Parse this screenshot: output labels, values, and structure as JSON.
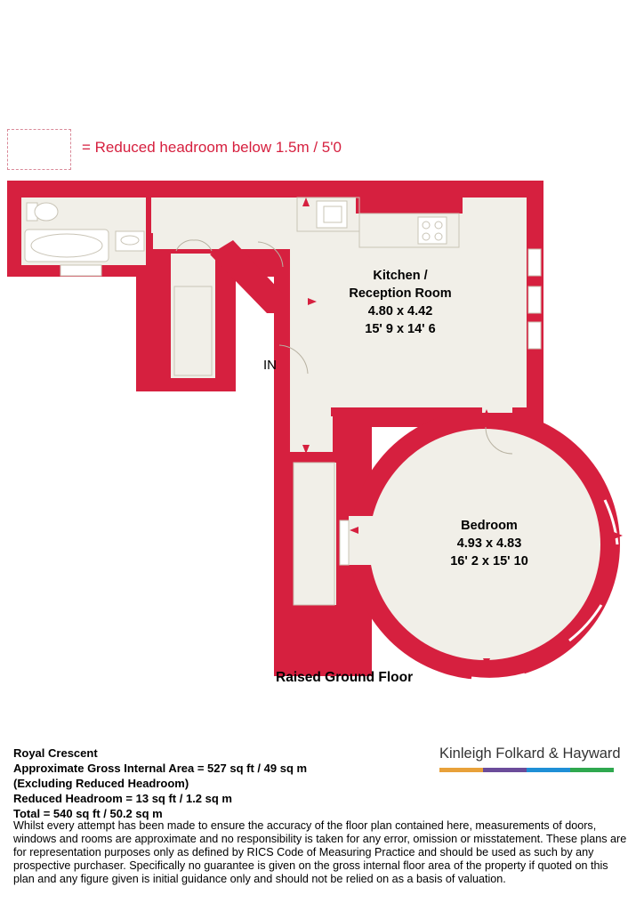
{
  "legend": {
    "text": "= Reduced headroom below 1.5m / 5'0"
  },
  "rooms": [
    {
      "name_lines": [
        "Kitchen /",
        "Reception Room"
      ],
      "metric": "4.80 x 4.42",
      "imperial": "15' 9 x 14' 6"
    },
    {
      "name_lines": [
        "Bedroom"
      ],
      "metric": "4.93 x 4.83",
      "imperial": "16' 2 x 15' 10"
    }
  ],
  "entrance_label": "IN",
  "floor_title": "Raised Ground Floor",
  "summary": {
    "property": "Royal Crescent",
    "gross_area": "Approximate Gross Internal Area = 527 sq ft / 49 sq m",
    "excluding": "(Excluding Reduced Headroom)",
    "reduced": "Reduced Headroom = 13 sq ft / 1.2 sq m",
    "total": "Total = 540 sq ft / 50.2 sq m"
  },
  "disclaimer": "Whilst every attempt has been made to ensure the accuracy of the floor plan contained here, measurements of doors, windows and rooms are approximate and no responsibility is taken for any error, omission or misstatement. These plans are for representation purposes only as defined by RICS Code of Measuring Practice and should be used as such by any prospective purchaser. Specifically no guarantee is given on the gross internal floor area of the property if quoted on this plan and any figure given is initial guidance only and should not be relied on as a basis of valuation.",
  "brand": {
    "name": "Kinleigh Folkard & Hayward",
    "stripe_colors": [
      "#e8a13a",
      "#6b4c9a",
      "#1f8fd6",
      "#2fa84f"
    ]
  },
  "colors": {
    "wall": "#d6203f",
    "floor": "#f1efe8",
    "fixture": "#ffffff"
  }
}
